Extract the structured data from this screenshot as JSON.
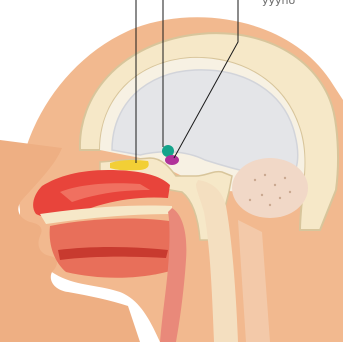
{
  "figure": {
    "type": "sagittal head anatomy diagram",
    "top_right_text_fragment": "yyyno"
  },
  "callouts": [
    {
      "pointer": "olfactory-region-marker"
    },
    {
      "pointer": "green-gland-marker"
    },
    {
      "pointer": "purple-gland-marker"
    }
  ],
  "colors": {
    "skin": "#f2b98f",
    "skin_dark": "#e8a277",
    "skull": "#f6e8c8",
    "skull_outline": "#d8c59b",
    "dura": "#f7f1e3",
    "brain": "#e4e5e8",
    "brain_edge": "#d2d4da",
    "nasal_cavity": "#e8443b",
    "nasal_cavity_light": "#f07060",
    "tongue": "#e86f5a",
    "mouth_dark": "#c83a2f",
    "olfactory_marker": "#f2cf35",
    "green_marker": "#14a38a",
    "purple_marker": "#b0329a",
    "cerebellum": "#f1d8c7",
    "spine": "#f4dfc0",
    "pointer_line": "#1a1a1a"
  }
}
